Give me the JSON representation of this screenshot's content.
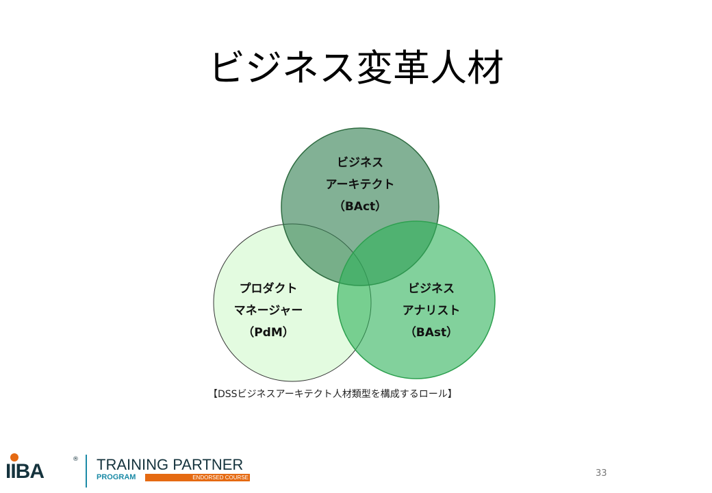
{
  "slide": {
    "title": "ビジネス変革人材",
    "page_number": "33"
  },
  "venn": {
    "top": {
      "line1": "ビジネス",
      "line2": "アーキテクト",
      "line3": "（BAct）"
    },
    "left": {
      "line1": "プロダクト",
      "line2": "マネージャー",
      "line3": "（PdM）"
    },
    "right": {
      "line1": "ビジネス",
      "line2": "アナリスト",
      "line3": "（BAst）"
    },
    "caption": "【DSSビジネスアーキテクト人材類型を構成するロール】",
    "colors": {
      "top": "#2e7d4f",
      "left": "#e3fbe0",
      "right": "#2eb35a"
    }
  },
  "logo": {
    "brand": "IIBA",
    "registered": "®",
    "line1": "TRAINING PARTNER",
    "line2": "PROGRAM",
    "badge": "ENDORSED COURSE"
  }
}
